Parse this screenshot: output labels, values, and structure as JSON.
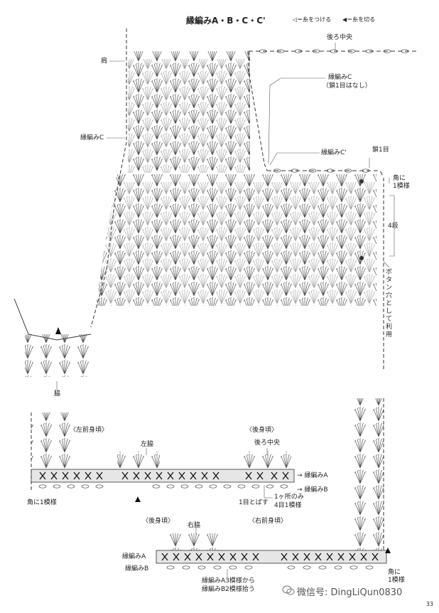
{
  "title": "縁編みA・B・C・C'",
  "legend": {
    "attach": "◁＝糸をつける",
    "cut": "◀＝糸を切る"
  },
  "labels": {
    "back_center_top": "後ろ中央",
    "shoulder": "肩",
    "edge_c_left": "縁編みC",
    "edge_c_top": "縁編みC",
    "edge_c_top_note": "（鎖1目はなし）",
    "edge_c_prime": "縁編みC'",
    "chain1": "鎖1目",
    "corner_right": "角に\n1模様",
    "four_rows": "4段",
    "button_hole": "ボタン穴として利用",
    "side_left_diagram": "脇",
    "left_front": "〈左前身頃〉",
    "back_body_1": "〈後身頃〉",
    "left_side": "左脇",
    "back_center_mid": "後ろ中央",
    "edge_a_1": "→ 縁編みA",
    "edge_b_1": "→ 縁編みB",
    "corner_left": "角に1模様",
    "skip_one": "1目とばす",
    "one_place": "1ヶ所のみ",
    "four_st": "4目1模様",
    "back_body_2": "〈後身頃〉",
    "right_side": "右脇",
    "right_front": "〈右前身頃〉",
    "edge_a_2": "縁編みA",
    "edge_b_2": "縁編みB",
    "pickup_1": "縁編みA3模様から",
    "pickup_2": "縁編みB2模様拾う",
    "corner_bottom": "角に\n1模様"
  },
  "watermark": "微信号: DingLiQun0830",
  "page_number": "33"
}
